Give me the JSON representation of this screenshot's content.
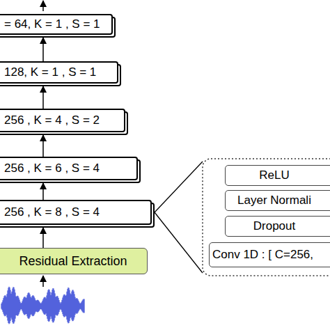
{
  "diagram": {
    "nodes": [
      {
        "text": [
          "= 64, K = 1 , S = 1"
        ]
      },
      {
        "text": [
          "128, K = 1 , S = 1"
        ]
      },
      {
        "text": [
          "256 , K = 4 , S = 2"
        ]
      },
      {
        "text": [
          "256 , K = 6 , S = 4"
        ]
      },
      {
        "text": [
          "256 , K = 8 , S = 4"
        ]
      },
      {
        "text": [
          "Residual Extraction"
        ]
      },
      {
        "text": [
          "ReLU"
        ]
      },
      {
        "text": [
          "Layer Normali"
        ]
      },
      {
        "text": [
          "Dropout"
        ]
      },
      {
        "text": [
          "Conv 1D : [ C=256,"
        ]
      }
    ],
    "edges": [
      {
        "from": 5,
        "to": 4,
        "arrow": "to"
      },
      {
        "from": 4,
        "to": 3,
        "arrow": "to"
      },
      {
        "from": 3,
        "to": 2,
        "arrow": "to"
      },
      {
        "from": 2,
        "to": 1,
        "arrow": "to"
      },
      {
        "from": 1,
        "to": 0,
        "arrow": "to"
      }
    ]
  }
}
